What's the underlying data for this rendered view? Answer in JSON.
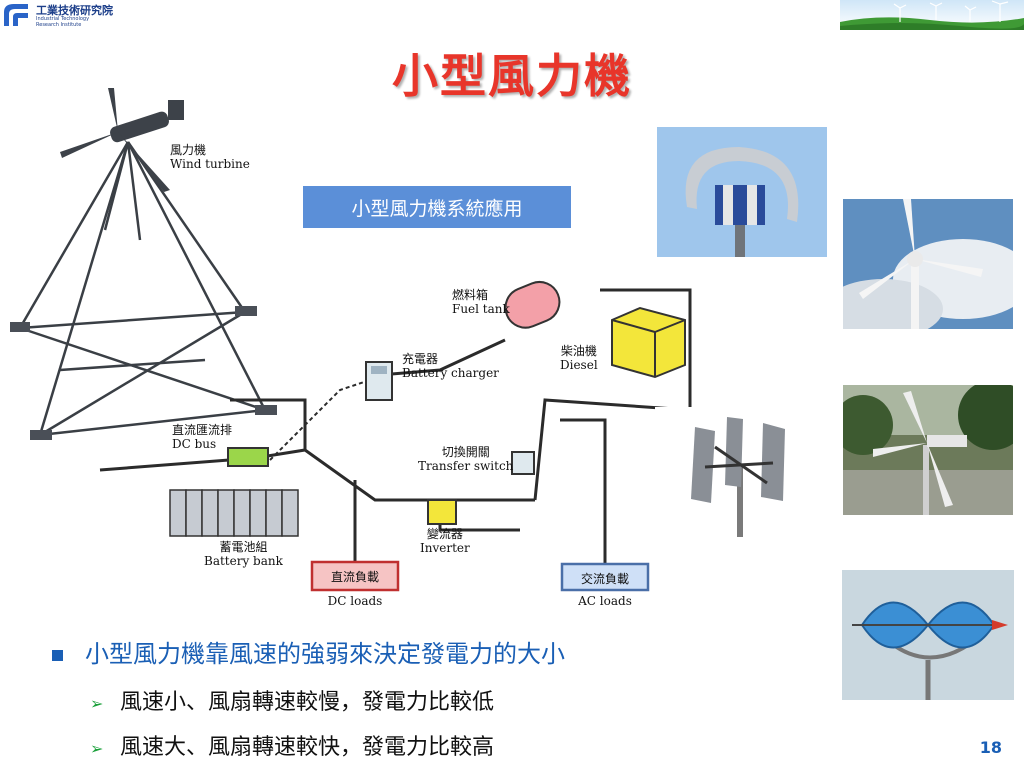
{
  "logo": {
    "org": "工業技術研究院",
    "sub1": "Industrial Technology",
    "sub2": "Research Institute"
  },
  "title": "小型風力機",
  "system_label": "小型風力機系統應用",
  "diagram": {
    "wind_turbine": {
      "zh": "風力機",
      "en": "Wind turbine"
    },
    "fuel_tank": {
      "zh": "燃料箱",
      "en": "Fuel tank"
    },
    "battery_charger": {
      "zh": "充電器",
      "en": "Battery charger"
    },
    "diesel": {
      "zh": "柴油機",
      "en": "Diesel"
    },
    "dc_bus": {
      "zh": "直流匯流排",
      "en": "DC bus"
    },
    "transfer_switch": {
      "zh": "切換開關",
      "en": "Transfer switch"
    },
    "battery_bank": {
      "zh": "蓄電池組",
      "en": "Battery bank"
    },
    "inverter": {
      "zh": "變流器",
      "en": "Inverter"
    },
    "dc_loads": {
      "zh": "直流負載",
      "en": "DC loads"
    },
    "ac_loads": {
      "zh": "交流負載",
      "en": "AC loads"
    }
  },
  "bullets": {
    "main": "小型風力機靠風速的強弱來決定發電力的大小",
    "sub": [
      "風速小、風扇轉速較慢，發電力比較低",
      "風速大、風扇轉速較快，發電力比較高"
    ]
  },
  "page_number": "18",
  "colors": {
    "title": "#e8352a",
    "label_bg": "#5b8fd8",
    "bullet": "#1a5fb5",
    "arrow": "#1aa03a"
  }
}
